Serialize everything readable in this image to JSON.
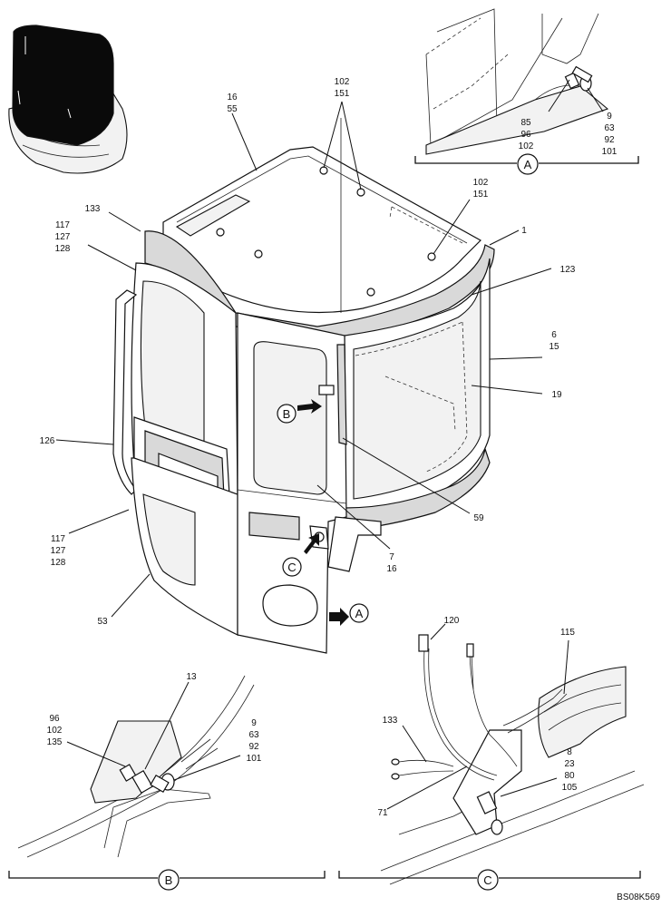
{
  "drawing_id": "BS08K569",
  "detail_callouts": {
    "a": "A",
    "b": "B",
    "c": "C"
  },
  "main_labels": {
    "l16_55": [
      "16",
      "55"
    ],
    "l102_151_top": [
      "102",
      "151"
    ],
    "l102_151_right": [
      "102",
      "151"
    ],
    "l133": "133",
    "l117_127_128_upper": [
      "117",
      "127",
      "128"
    ],
    "l117_127_128_lower": [
      "117",
      "127",
      "128"
    ],
    "l1": "1",
    "l123": "123",
    "l6_15": [
      "6",
      "15"
    ],
    "l19": "19",
    "l126": "126",
    "l59": "59",
    "l7_16": [
      "7",
      "16"
    ],
    "l53": "53"
  },
  "detail_a_labels": {
    "left": [
      "85",
      "96",
      "102"
    ],
    "right": [
      "9",
      "63",
      "92",
      "101"
    ]
  },
  "detail_b_labels": {
    "top": "13",
    "left": [
      "96",
      "102",
      "135"
    ],
    "right": [
      "9",
      "63",
      "92",
      "101"
    ]
  },
  "detail_c_labels": {
    "top_left": "120",
    "top_right": "115",
    "left": "133",
    "right": [
      "8",
      "23",
      "80",
      "105"
    ],
    "bottom": "71"
  }
}
